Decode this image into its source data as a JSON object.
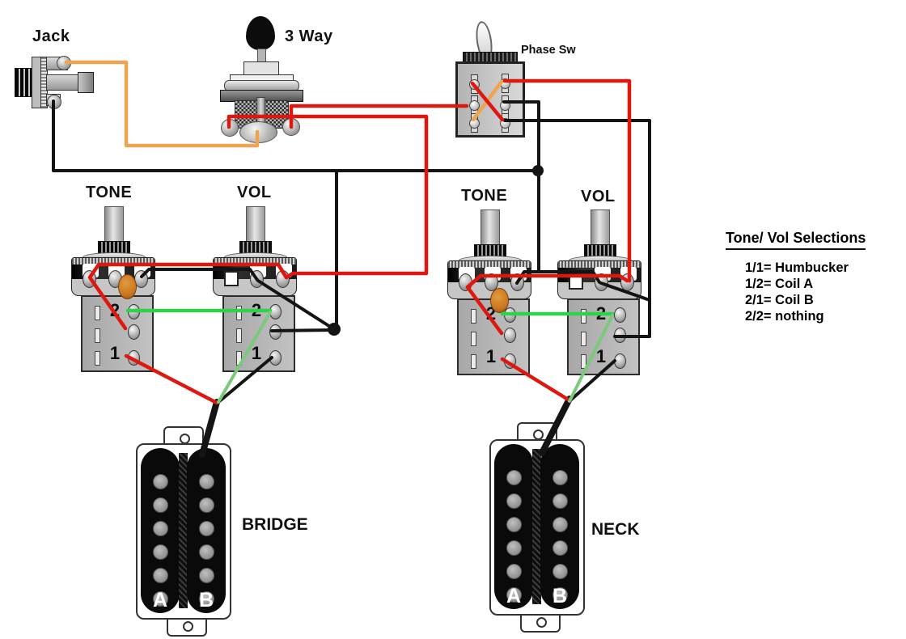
{
  "labels": {
    "jack": "Jack",
    "three_way": "3 Way",
    "phase": "Phase Sw",
    "tone": "TONE",
    "vol": "VOL",
    "bridge": "BRIDGE",
    "neck": "NECK"
  },
  "switch_labels": {
    "two": "2",
    "one": "1"
  },
  "pickup": {
    "coil_a": "A",
    "coil_b": "B"
  },
  "selections": {
    "title": "Tone/ Vol Selections",
    "items": [
      "1/1= Humbucker",
      "1/2= Coil A",
      "2/1= Coil B",
      "2/2= nothing"
    ]
  },
  "colors": {
    "hot_wire": "#dd1810",
    "ground_wire": "#141414",
    "coil_tap_wire": "#2fd24a",
    "coil_tap_wire_light": "#7cc97c",
    "jack_wire": "#efa54f",
    "capacitor": "#c8761d"
  }
}
